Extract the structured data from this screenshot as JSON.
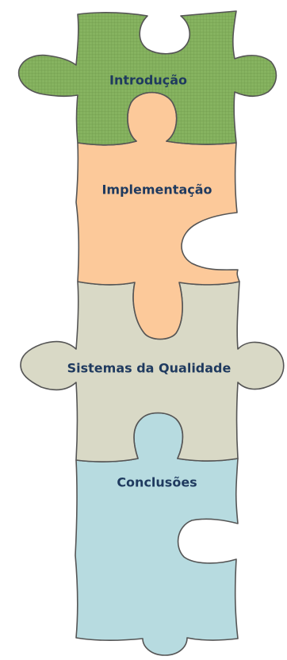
{
  "diagram": {
    "pieces": [
      {
        "id": "intro",
        "label": "Introdução",
        "color": "#8ab66a",
        "pattern": "grid"
      },
      {
        "id": "impl",
        "label": "Implementação",
        "color": "#fcc99a",
        "pattern": "none"
      },
      {
        "id": "sist",
        "label": "Sistemas da Qualidade",
        "color": "#d9d9c6",
        "pattern": "none"
      },
      {
        "id": "concl",
        "label": "Conclusões",
        "color": "#b7dbe0",
        "pattern": "none"
      }
    ]
  }
}
